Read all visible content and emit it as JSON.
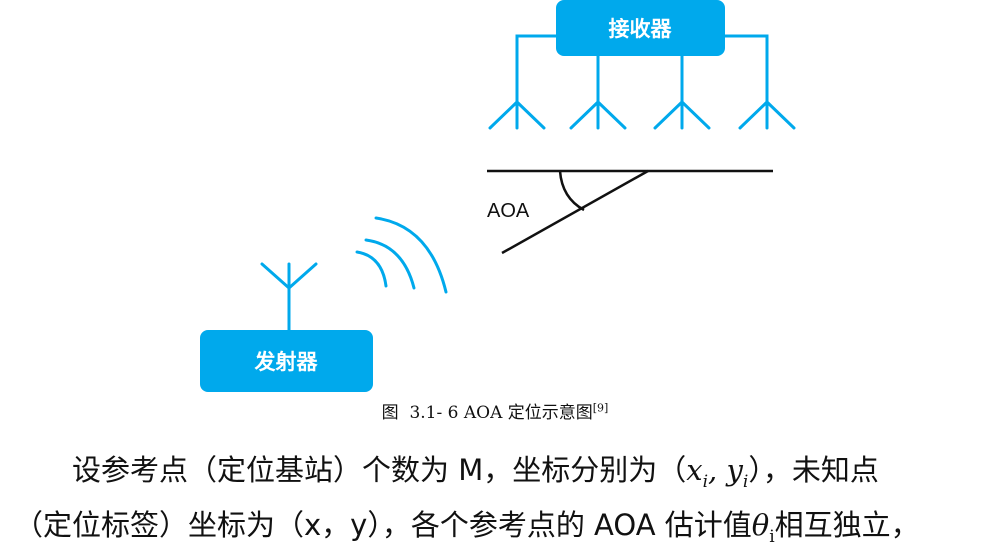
{
  "diagram": {
    "receiver_label": "接收器",
    "transmitter_label": "发射器",
    "angle_label": "AOA",
    "accent_color": "#00A9EC"
  },
  "caption": {
    "prefix": "图",
    "number": "3.1- 6",
    "title": "AOA 定位示意图",
    "ref": "[9]"
  },
  "paragraph": {
    "line1_a": "设参考点（定位基站）个数为 M，坐标分别为（",
    "x_i": "x",
    "sub_i": "i",
    "comma": ", ",
    "y_i": "y",
    "line1_b": "），未知点",
    "line2_a": "（定位标签）坐标为（x，y），各个参考点的 AOA 估计值",
    "theta": "θ",
    "theta_sub": "i",
    "line2_b": "相互独立，"
  }
}
